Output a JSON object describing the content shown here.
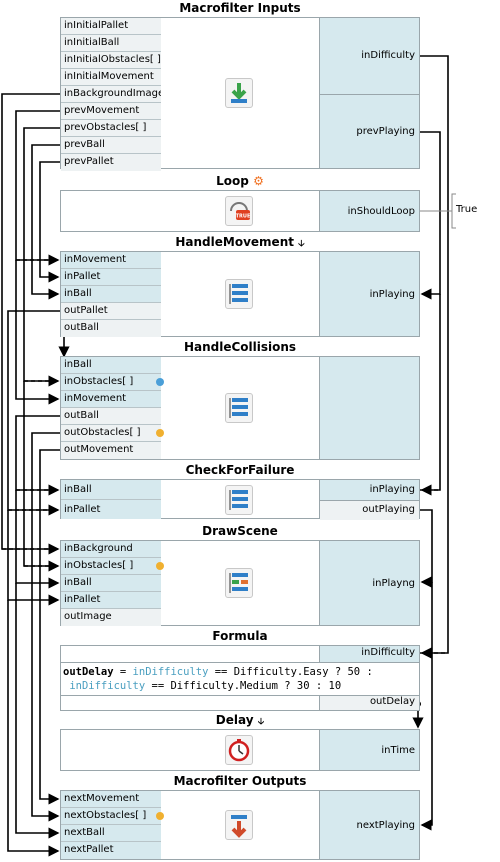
{
  "blocks": {
    "macro_inputs": {
      "title": "Macrofilter Inputs",
      "ports": [
        "inInitialPallet",
        "inInitialBall",
        "inInitialObstacles[ ]",
        "inInitialMovement",
        "inBackgroundImage",
        "prevMovement",
        "prevObstacles[ ]",
        "prevBall",
        "prevPallet"
      ],
      "right": [
        "inDifficulty",
        "prevPlaying"
      ]
    },
    "loop": {
      "title": "Loop",
      "right": "inShouldLoop",
      "const": "True"
    },
    "handle_movement": {
      "title": "HandleMovement",
      "ports": [
        "inMovement",
        "inPallet",
        "inBall",
        "outPallet",
        "outBall"
      ],
      "right": "inPlaying"
    },
    "handle_collisions": {
      "title": "HandleCollisions",
      "ports": [
        "inBall",
        "inObstacles[ ]",
        "inMovement",
        "outBall",
        "outObstacles[ ]",
        "outMovement"
      ]
    },
    "check_failure": {
      "title": "CheckForFailure",
      "ports": [
        "inBall",
        "inPallet"
      ],
      "right": [
        "inPlaying",
        "outPlaying"
      ]
    },
    "draw_scene": {
      "title": "DrawScene",
      "ports": [
        "inBackground",
        "inObstacles[ ]",
        "inBall",
        "inPallet",
        "outImage"
      ],
      "right": "inPlayng"
    },
    "formula": {
      "title": "Formula",
      "right_top": "inDifficulty",
      "right_bottom": "outDelay",
      "line1_a": "outDelay",
      "line1_b": " = ",
      "line1_c": "inDifficulty",
      "line1_d": " == Difficulty.Easy ? 50 :",
      "line2_a": " inDifficulty",
      "line2_b": " == Difficulty.Medium ? 30 : 10"
    },
    "delay": {
      "title": "Delay",
      "right": "inTime"
    },
    "macro_outputs": {
      "title": "Macrofilter Outputs",
      "ports": [
        "nextMovement",
        "nextObstacles[ ]",
        "nextBall",
        "nextPallet"
      ],
      "right": "nextPlaying"
    }
  },
  "colors": {
    "port_in": "#d6e9ee",
    "port_out": "#eef2f3",
    "border": "#9aa6ab",
    "wire": "#000000",
    "wire_dashed": "#5a7a9a",
    "keyword": "#4a9fc0",
    "loop_gear": "#f07020",
    "green_arrow": "#3aa34a",
    "red_arrow": "#d04a2a",
    "blue_bars": "#2f7fc8"
  }
}
